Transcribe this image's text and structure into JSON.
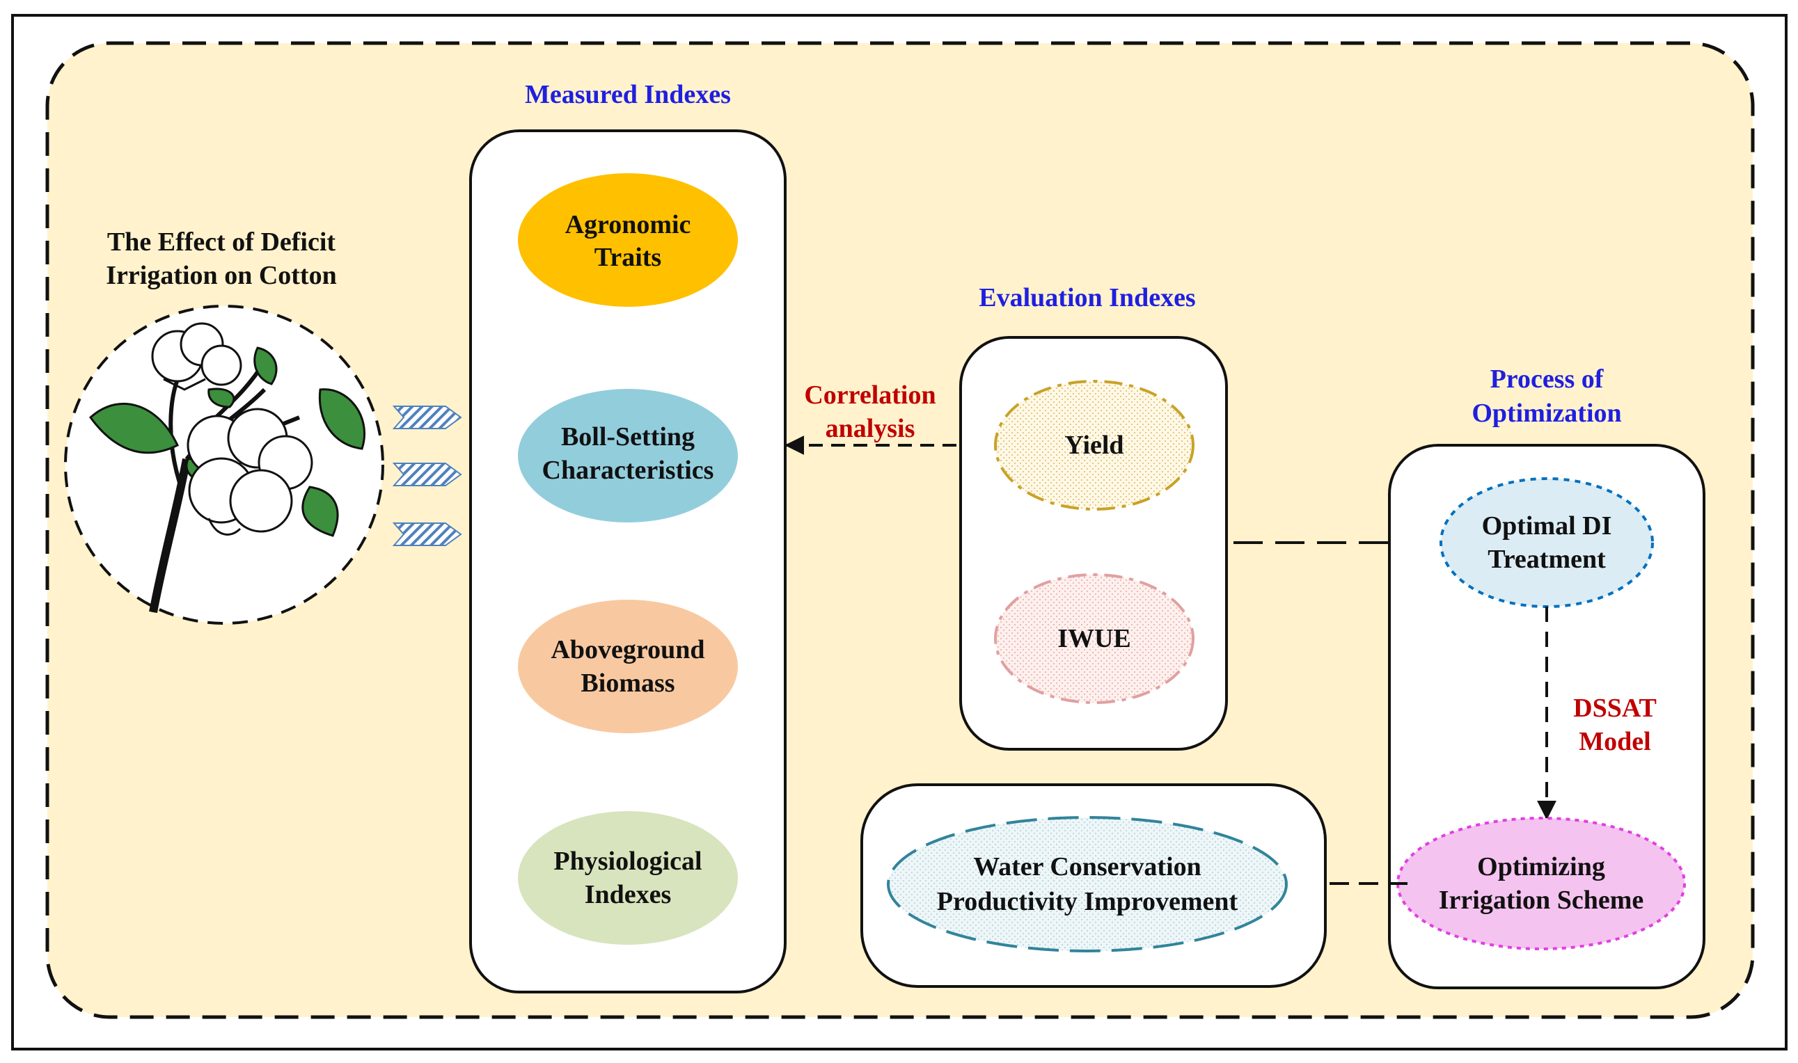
{
  "intro": {
    "title_line1": "The Effect of Deficit",
    "title_line2": "Irrigation on Cotton",
    "image_icon": "cotton-plant-icon"
  },
  "measured": {
    "heading": "Measured Indexes",
    "items": [
      {
        "line1": "Agronomic",
        "line2": "Traits",
        "color": "#ffc000"
      },
      {
        "line1": "Boll-Setting",
        "line2": "Characteristics",
        "color": "#92cddc"
      },
      {
        "line1": "Aboveground",
        "line2": "Biomass",
        "color": "#f8c9a0"
      },
      {
        "line1": "Physiological",
        "line2": "Indexes",
        "color": "#d7e4bd"
      }
    ]
  },
  "correlation": {
    "line1": "Correlation",
    "line2": "analysis"
  },
  "evaluation": {
    "heading": "Evaluation Indexes",
    "items": [
      {
        "label": "Yield",
        "border_color": "#c9a227"
      },
      {
        "label": "IWUE",
        "border_color": "#e0a0a0"
      }
    ]
  },
  "optimization": {
    "heading_line1": "Process of",
    "heading_line2": "Optimization",
    "optimal": {
      "line1": "Optimal DI",
      "line2": "Treatment",
      "color": "#dcecf4",
      "border_color": "#0070c0"
    },
    "model": {
      "line1": "DSSAT",
      "line2": "Model"
    },
    "scheme": {
      "line1": "Optimizing",
      "line2": "Irrigation Scheme",
      "color": "#f5c3f0",
      "border_color": "#e040e0"
    }
  },
  "outcome": {
    "line1": "Water Conservation",
    "line2": "Productivity Improvement",
    "color": "#e6f2f5",
    "border_color": "#31849b"
  },
  "colors": {
    "background": "#fff2cc",
    "heading_blue": "#1f1fe0",
    "label_red": "#c00000"
  }
}
